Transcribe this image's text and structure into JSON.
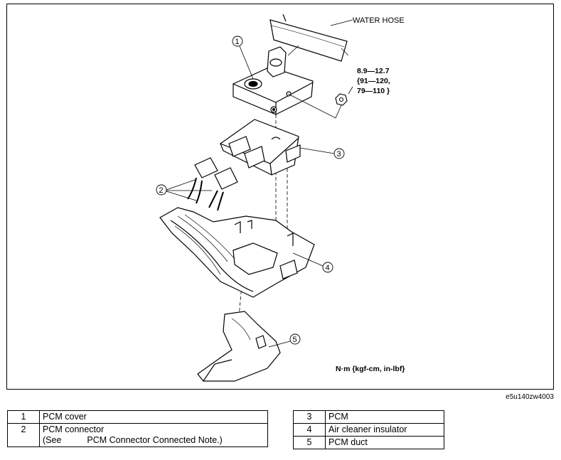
{
  "diagram": {
    "water_hose_label": "WATER HOSE",
    "torque_lines": [
      "8.9—12.7",
      "{91—120,",
      "79—110 }"
    ],
    "units_note": "N·m {kgf-cm, in-lbf}",
    "callouts": [
      "1",
      "2",
      "3",
      "4",
      "5"
    ]
  },
  "figure_id": "e5u140zw4003",
  "legend_left": [
    {
      "num": "1",
      "text": "PCM cover"
    },
    {
      "num": "2",
      "text": "PCM connector",
      "note_prefix": "(See",
      "note_ref": "PCM Connector Connected Note.)"
    }
  ],
  "legend_right": [
    {
      "num": "3",
      "text": "PCM"
    },
    {
      "num": "4",
      "text": "Air cleaner insulator"
    },
    {
      "num": "5",
      "text": "PCM duct"
    }
  ]
}
